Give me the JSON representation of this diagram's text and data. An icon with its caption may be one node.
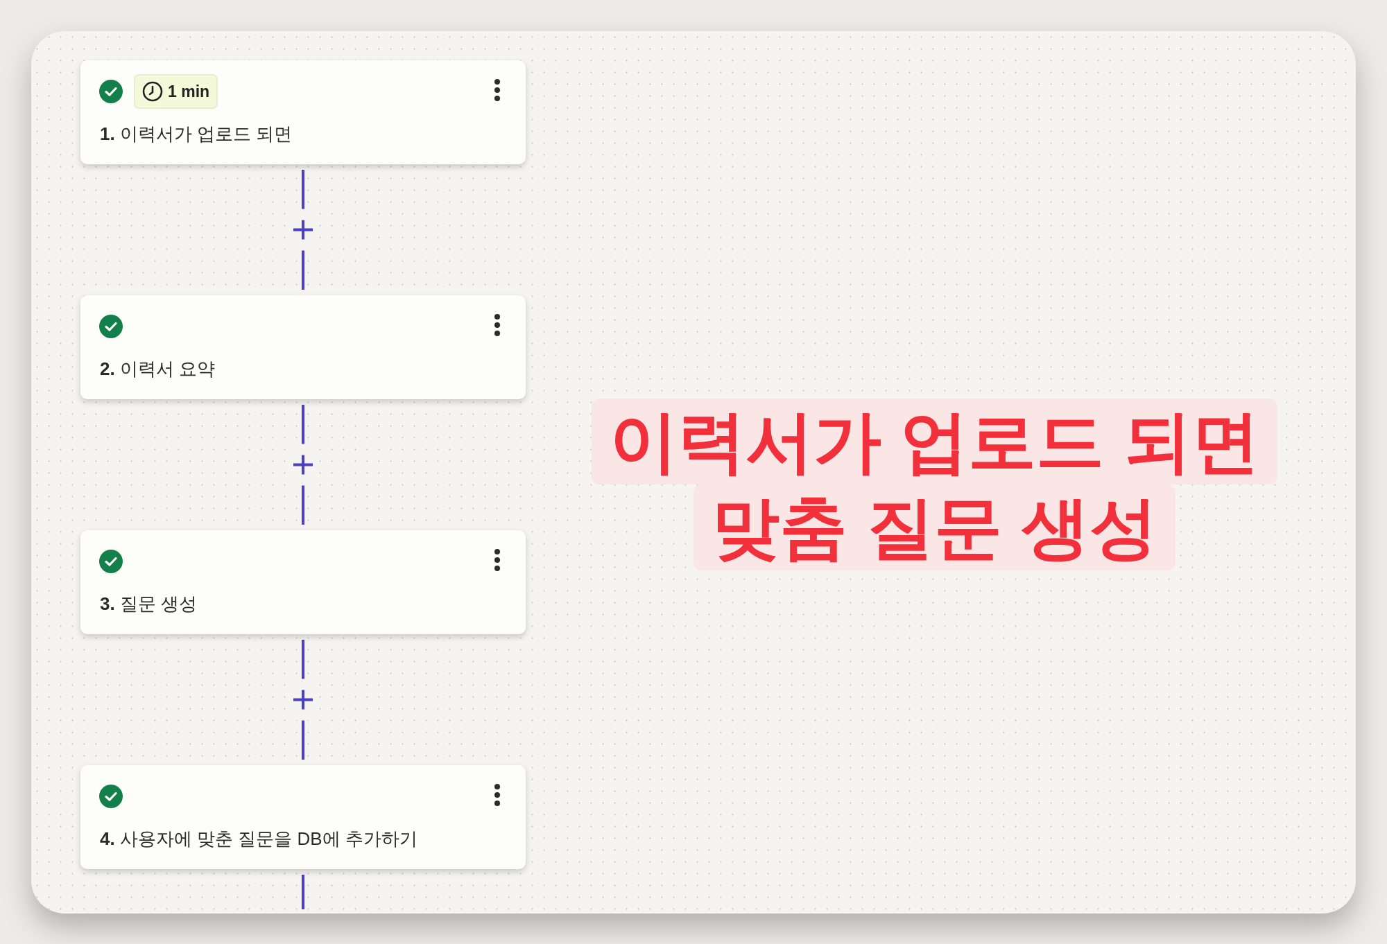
{
  "diagram": {
    "nodes": [
      {
        "text": [
          "1 min",
          "**1.** 이력서가 업로드 되면"
        ]
      },
      {
        "text": [
          "**2.** 이력서 요약"
        ]
      },
      {
        "text": [
          "**3.** 질문 생성"
        ]
      },
      {
        "text": [
          "**4.** 사용자에 맞춘 질문을 DB에 추가하기"
        ]
      }
    ],
    "edges": [
      {
        "from": 0,
        "to": 1,
        "arrow": "none"
      },
      {
        "from": 1,
        "to": 2,
        "arrow": "none"
      },
      {
        "from": 2,
        "to": 3,
        "arrow": "none"
      },
      {
        "from": 3,
        "to": null,
        "arrow": "none"
      }
    ],
    "labels": [
      "이력서가 업로드 되면",
      "맞춤 질문 생성"
    ]
  }
}
